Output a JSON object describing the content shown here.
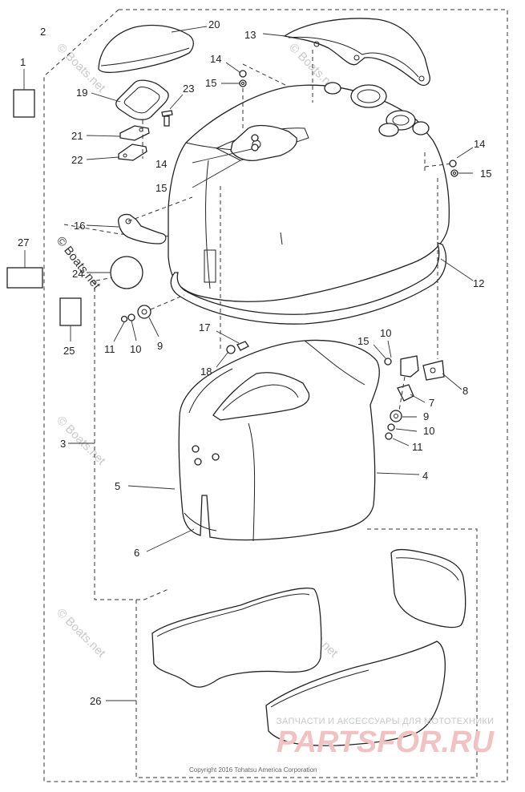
{
  "labels": {
    "l1": "1",
    "l2": "2",
    "l3": "3",
    "l4": "4",
    "l5": "5",
    "l6": "6",
    "l7": "7",
    "l8": "8",
    "l9a": "9",
    "l9b": "9",
    "l10a": "10",
    "l10b": "10",
    "l10c": "10",
    "l11a": "11",
    "l11b": "11",
    "l12": "12",
    "l13": "13",
    "l14a": "14",
    "l14b": "14",
    "l14c": "14",
    "l15a": "15",
    "l15b": "15",
    "l15c": "15",
    "l15d": "15",
    "l16": "16",
    "l17": "17",
    "l18": "18",
    "l19": "19",
    "l20": "20",
    "l21": "21",
    "l22": "22",
    "l23": "23",
    "l24": "24",
    "l25": "25",
    "l26": "26",
    "l27": "27"
  },
  "watermark": "© Boats.net",
  "copyright": "Copyright 2016 Tohatsu America Corporation",
  "partsfor": {
    "tagline": "ЗАПЧАСТИ И АКСЕССУАРЫ ДЛЯ МОТОТЕХНИКИ",
    "logo": "PARTSFOR.RU"
  }
}
